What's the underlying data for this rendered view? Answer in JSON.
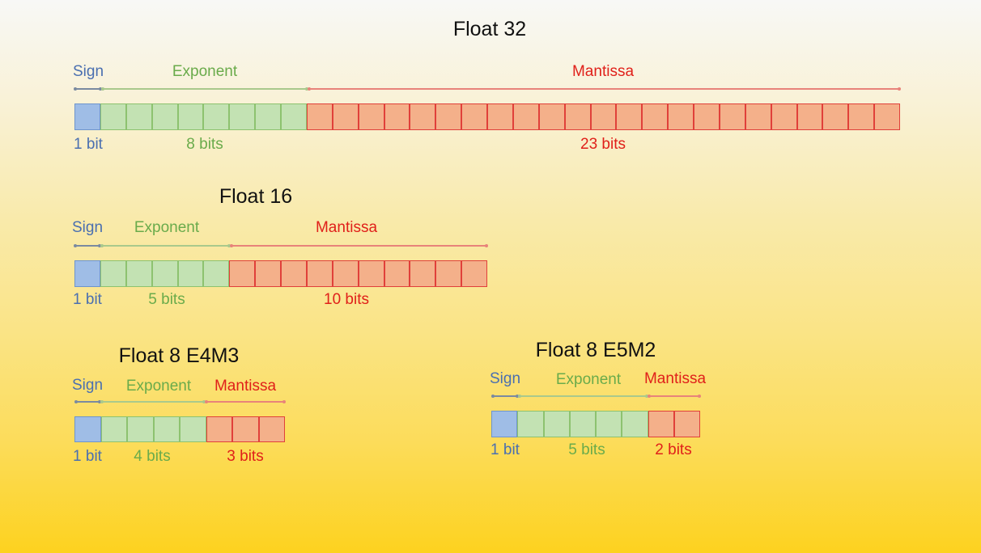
{
  "colors": {
    "sign": "#4a6fb0",
    "exponent": "#6aab4b",
    "mantissa": "#e0201a",
    "sign_cell": "#9fbde6",
    "exponent_cell": "#c3e2b3",
    "mantissa_cell": "#f4b08a"
  },
  "formats": [
    {
      "id": "f32",
      "title": "Float 32",
      "sign_label": "Sign",
      "exponent_label": "Exponent",
      "mantissa_label": "Mantissa",
      "sign_bits": 1,
      "exponent_bits": 8,
      "mantissa_bits": 23,
      "sign_count": "1 bit",
      "exponent_count": "8 bits",
      "mantissa_count": "23 bits"
    },
    {
      "id": "f16",
      "title": "Float 16",
      "sign_label": "Sign",
      "exponent_label": "Exponent",
      "mantissa_label": "Mantissa",
      "sign_bits": 1,
      "exponent_bits": 5,
      "mantissa_bits": 10,
      "sign_count": "1 bit",
      "exponent_count": "5 bits",
      "mantissa_count": "10 bits"
    },
    {
      "id": "e4m3",
      "title": "Float 8 E4M3",
      "sign_label": "Sign",
      "exponent_label": "Exponent",
      "mantissa_label": "Mantissa",
      "sign_bits": 1,
      "exponent_bits": 4,
      "mantissa_bits": 3,
      "sign_count": "1 bit",
      "exponent_count": "4 bits",
      "mantissa_count": "3 bits"
    },
    {
      "id": "e5m2",
      "title": "Float 8 E5M2",
      "sign_label": "Sign",
      "exponent_label": "Exponent",
      "mantissa_label": "Mantissa",
      "sign_bits": 1,
      "exponent_bits": 5,
      "mantissa_bits": 2,
      "sign_count": "1 bit",
      "exponent_count": "5 bits",
      "mantissa_count": "2 bits"
    }
  ]
}
